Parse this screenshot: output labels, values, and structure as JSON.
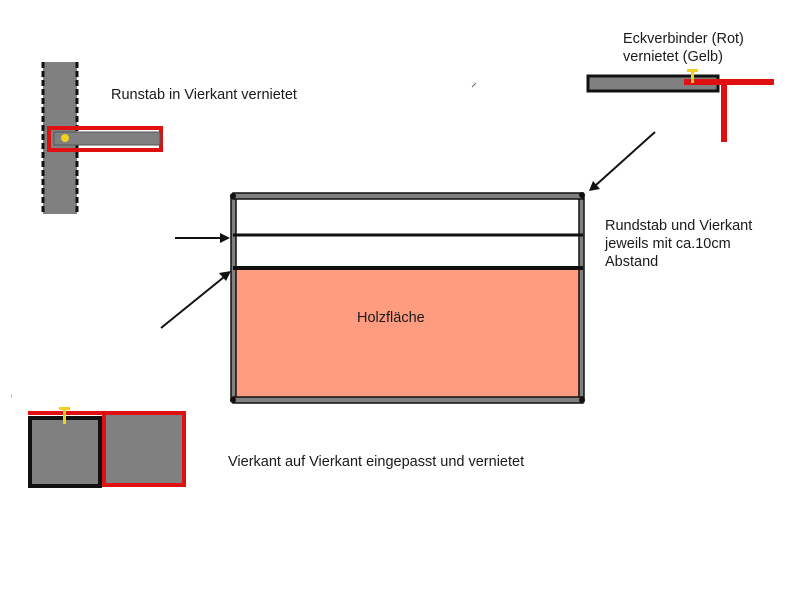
{
  "labels": {
    "runstab": "Runstab in Vierkant vernietet",
    "eck_line1": "Eckverbinder (Rot)",
    "eck_line2": "vernietet (Gelb)",
    "abstand_line1": "Rundstab und Vierkant",
    "abstand_line2": "jeweils mit ca.10cm",
    "abstand_line3": "Abstand",
    "holz": "Holzfläche",
    "vierkant": "Vierkant auf Vierkant eingepasst und vernietet"
  },
  "colors": {
    "steel": "#808080",
    "connector": "#e01010",
    "rivet": "#f0d020",
    "wood": "#ff9c80",
    "outline": "#111111"
  }
}
